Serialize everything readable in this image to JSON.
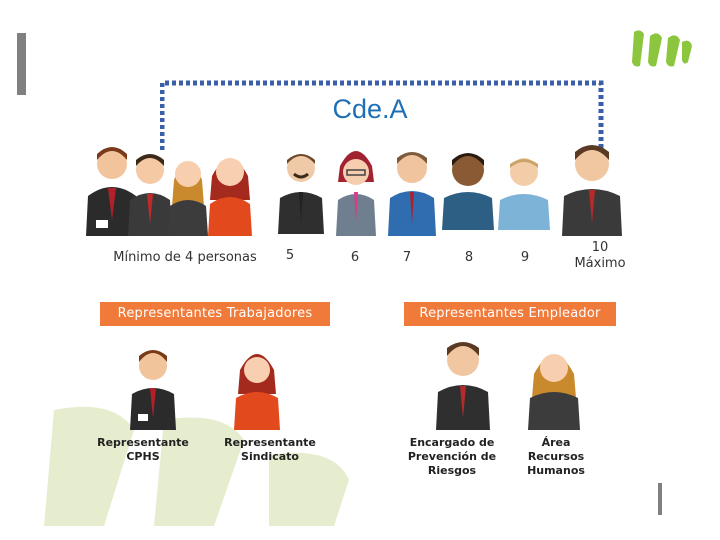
{
  "title": "Cde.A",
  "counts": {
    "min_label": "Mínimo de 4 personas",
    "c5": "5",
    "c6": "6",
    "c7": "7",
    "c8": "8",
    "c9": "9",
    "c10": "10\nMáximo"
  },
  "badges": {
    "workers": "Representantes Trabajadores",
    "employer": "Representantes Empleador"
  },
  "roles": [
    {
      "label": "Representante\nCPHS"
    },
    {
      "label": "Representante\nSindicato"
    },
    {
      "label": "Encargado de\nPrevención de\nRiesgos"
    },
    {
      "label": "Área\nRecursos\nHumanos"
    }
  ],
  "colors": {
    "title": "#1f6fb5",
    "dotted_bracket": "#3b5ea8",
    "badge": "#f07a3a",
    "logo": "#8cc63e",
    "watermark": "#e6edcf",
    "side_bar": "#808080"
  }
}
